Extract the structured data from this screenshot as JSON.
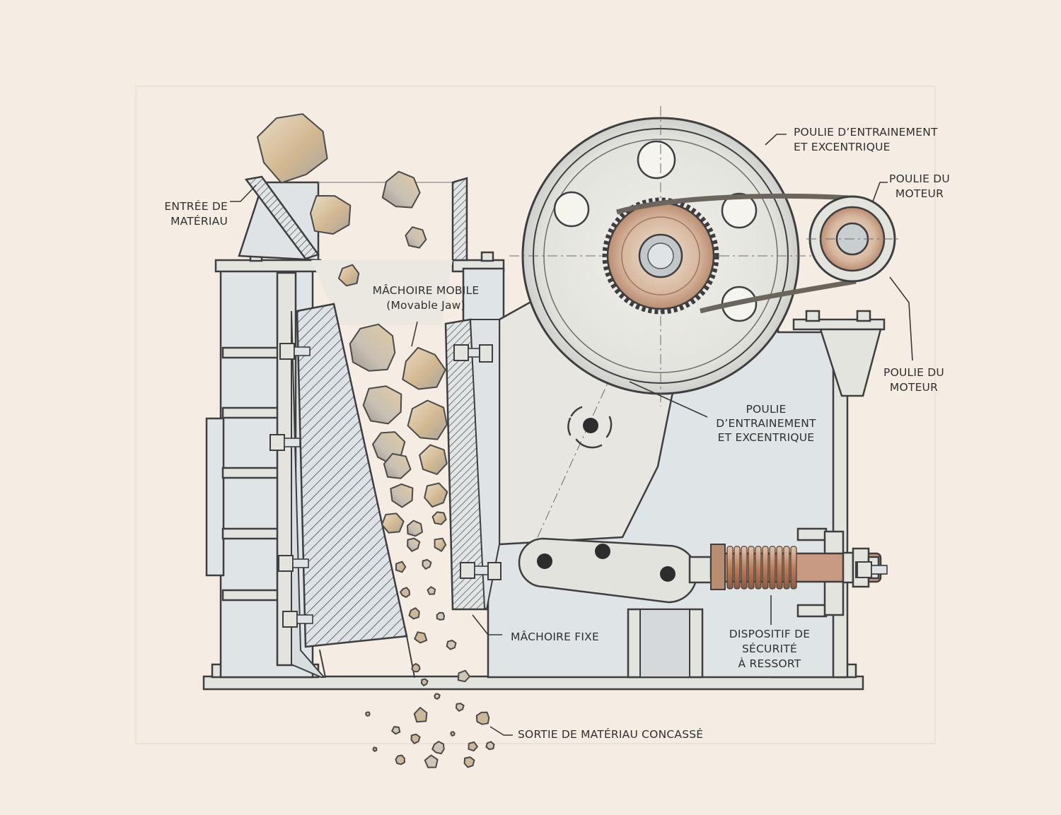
{
  "labels": {
    "material_inlet": [
      "ENTRÉE DE",
      "MATÉRIAU"
    ],
    "movable_jaw": [
      "MÂCHOIRE MOBILE",
      "(Movable Jaw)"
    ],
    "drive_pulley_top": [
      "POULIE D’ENTRAINEMENT",
      "ET EXCENTRIQUE"
    ],
    "motor_pulley_top": [
      "POULIE DU",
      "MOTEUR"
    ],
    "motor_pulley_right": [
      "POULIE DU",
      "MOTEUR"
    ],
    "drive_pulley_mid": [
      "POULIE",
      "D’ENTRAINEMENT",
      "ET EXCENTRIQUE"
    ],
    "fixed_jaw": [
      "MÂCHOIRE FIXE"
    ],
    "spring_safety": [
      "DISPOSITIF DE",
      "SÉCURITÉ",
      "À RESSORT"
    ],
    "crushed_outlet": [
      "SORTIE DE MATÉRIAU CONCASSÉ"
    ]
  },
  "colors": {
    "background": "#f5ede3",
    "steel": "#e4e4de",
    "ink": "#3e3e40",
    "bronze": "#c9a48a",
    "spring": "#b97f5e",
    "rod": "#c89a84",
    "rock_fill": "#d6c3a6"
  }
}
